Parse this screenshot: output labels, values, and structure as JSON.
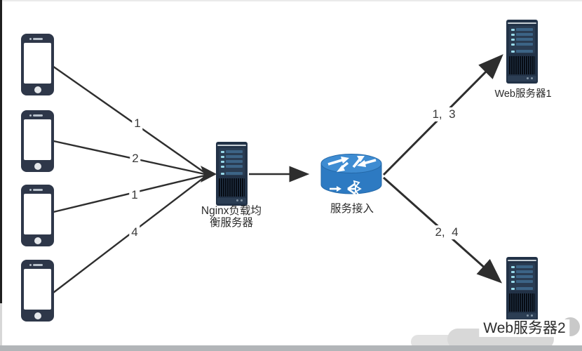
{
  "diagram": {
    "title_hint": "Nginx load-balancing topology",
    "clients": [
      {
        "id": "phone-1"
      },
      {
        "id": "phone-2"
      },
      {
        "id": "phone-3"
      },
      {
        "id": "phone-4"
      }
    ],
    "load_balancer": {
      "name": "Nginx负载均衡服务器",
      "name_line1": "Nginx负载均",
      "name_line2": "衡服务器"
    },
    "access_router": {
      "name": "服务接入"
    },
    "web_servers": [
      {
        "name": "Web服务器1"
      },
      {
        "name": "Web服务器2"
      }
    ],
    "edges": [
      {
        "name": "phone1-to-lb",
        "label": "1"
      },
      {
        "name": "phone2-to-lb",
        "label": "2"
      },
      {
        "name": "phone3-to-lb",
        "label": "1"
      },
      {
        "name": "phone4-to-lb",
        "label": "4"
      },
      {
        "name": "router-to-web1",
        "label": "1,  3"
      },
      {
        "name": "router-to-web2",
        "label": "2,  4"
      }
    ],
    "colors": {
      "wire": "#2e2e2e",
      "device_body": "#223247",
      "device_bay_bar": "#3c6486",
      "router_blue_top": "#3e8cd2",
      "router_blue_body": "#2d7ac2",
      "label_text": "#2b2b2b"
    }
  }
}
